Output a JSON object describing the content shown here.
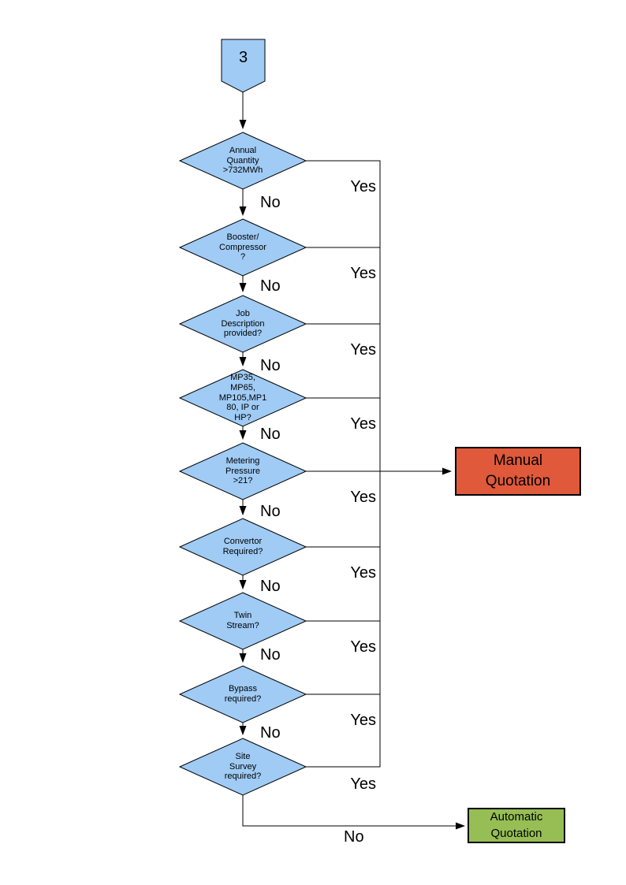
{
  "colors": {
    "node_fill": "#9FCBF5",
    "node_border": "#000000",
    "manual_fill": "#E0593B",
    "auto_fill": "#96BE55",
    "line": "#000000",
    "text": "#000000"
  },
  "start_connector": {
    "label": "3"
  },
  "decisions": [
    {
      "label": "Annual\nQuantity\n>732MWh",
      "yes_label": "Yes",
      "no_label": "No"
    },
    {
      "label": "Booster/\nCompressor\n?",
      "yes_label": "Yes",
      "no_label": "No"
    },
    {
      "label": "Job\nDescription\nprovided?",
      "yes_label": "Yes",
      "no_label": "No"
    },
    {
      "label": "MP35,\nMP65,\nMP105,MP1\n80, IP or\nHP?",
      "yes_label": "Yes",
      "no_label": "No"
    },
    {
      "label": "Metering\nPressure\n>21?",
      "yes_label": "Yes",
      "no_label": "No"
    },
    {
      "label": "Convertor\nRequired?",
      "yes_label": "Yes",
      "no_label": "No"
    },
    {
      "label": "Twin\nStream?",
      "yes_label": "Yes",
      "no_label": "No"
    },
    {
      "label": "Bypass\nrequired?",
      "yes_label": "Yes",
      "no_label": "No"
    },
    {
      "label": "Site\nSurvey\nrequired?",
      "yes_label": "Yes",
      "no_label": "No"
    }
  ],
  "outcomes": {
    "manual": {
      "label": "Manual\nQuotation"
    },
    "automatic": {
      "label": "Automatic\nQuotation"
    }
  }
}
